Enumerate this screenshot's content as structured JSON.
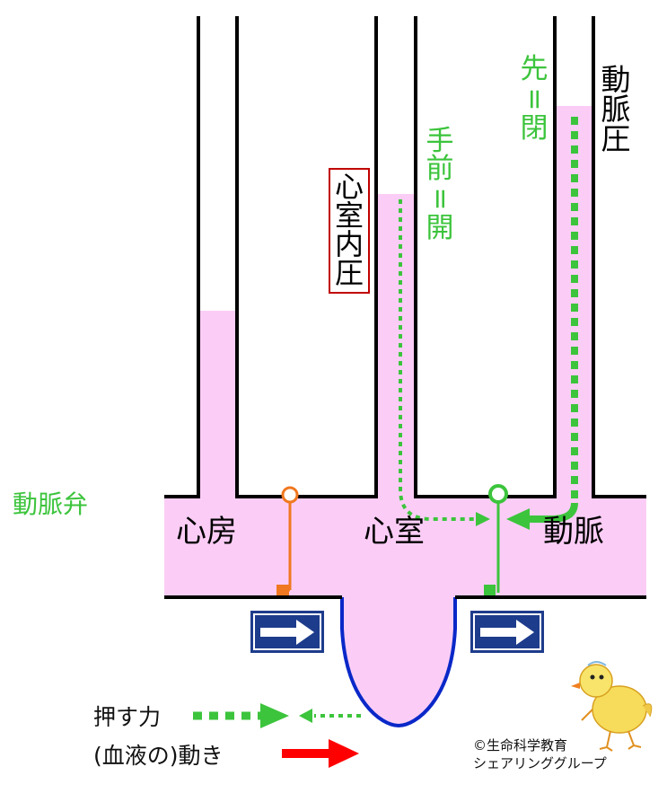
{
  "labels": {
    "valve_label": "動脈弁",
    "atrium": "心房",
    "ventricle": "心室",
    "artery": "動脈",
    "ventricular_pressure": "心室内圧",
    "arterial_pressure": "動脈圧",
    "front_open": "手前=開",
    "ahead_closed": "先=閉"
  },
  "legend": {
    "push_force": "押す力",
    "blood_motion": "(血液の)動き"
  },
  "credit": {
    "line1": "©生命科学教育",
    "line2": "シェアリンググループ"
  },
  "colors": {
    "fluid": "#fbcdf6",
    "green": "#3cc43c",
    "orange": "#f07820",
    "red": "#ff0000",
    "blue_outline": "#0a28c8",
    "sign_blue": "#1e3c8c",
    "label_box": "#c00000"
  },
  "icons": [
    "right-arrow-sign-icon",
    "chick-mascot-icon"
  ]
}
